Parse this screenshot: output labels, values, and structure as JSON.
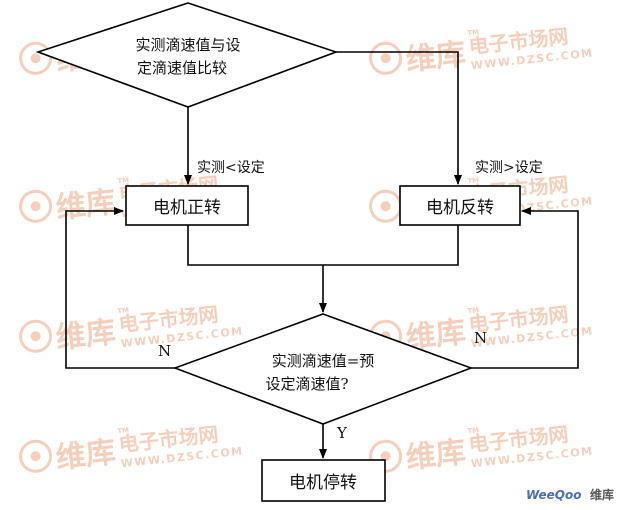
{
  "colors": {
    "line": "#000000",
    "node_fill": "#ffffff",
    "watermark": "#f3c7b1",
    "footer_blue": "#4a6fb5",
    "footer_red": "#d9462b"
  },
  "nodes": {
    "compare": {
      "line1": "实测滴速值与设",
      "line2": "定滴速值比较"
    },
    "motor_forward": {
      "label": "电机正转"
    },
    "motor_reverse": {
      "label": "电机反转"
    },
    "equal_check": {
      "line1": "实测滴速值=预",
      "line2": "设定滴速值?"
    },
    "motor_stop": {
      "label": "电机停转"
    }
  },
  "edges": {
    "less": "实测<设定",
    "greater": "实测>设定",
    "no_left": "N",
    "no_right": "N",
    "yes": "Y"
  },
  "watermark": {
    "brand": "维库",
    "title": "电子市场网",
    "url": "WWW.DZSC.COM",
    "tm": "TM"
  },
  "footer": {
    "brand_a": "WeeQoo",
    "brand_b": "维库"
  }
}
